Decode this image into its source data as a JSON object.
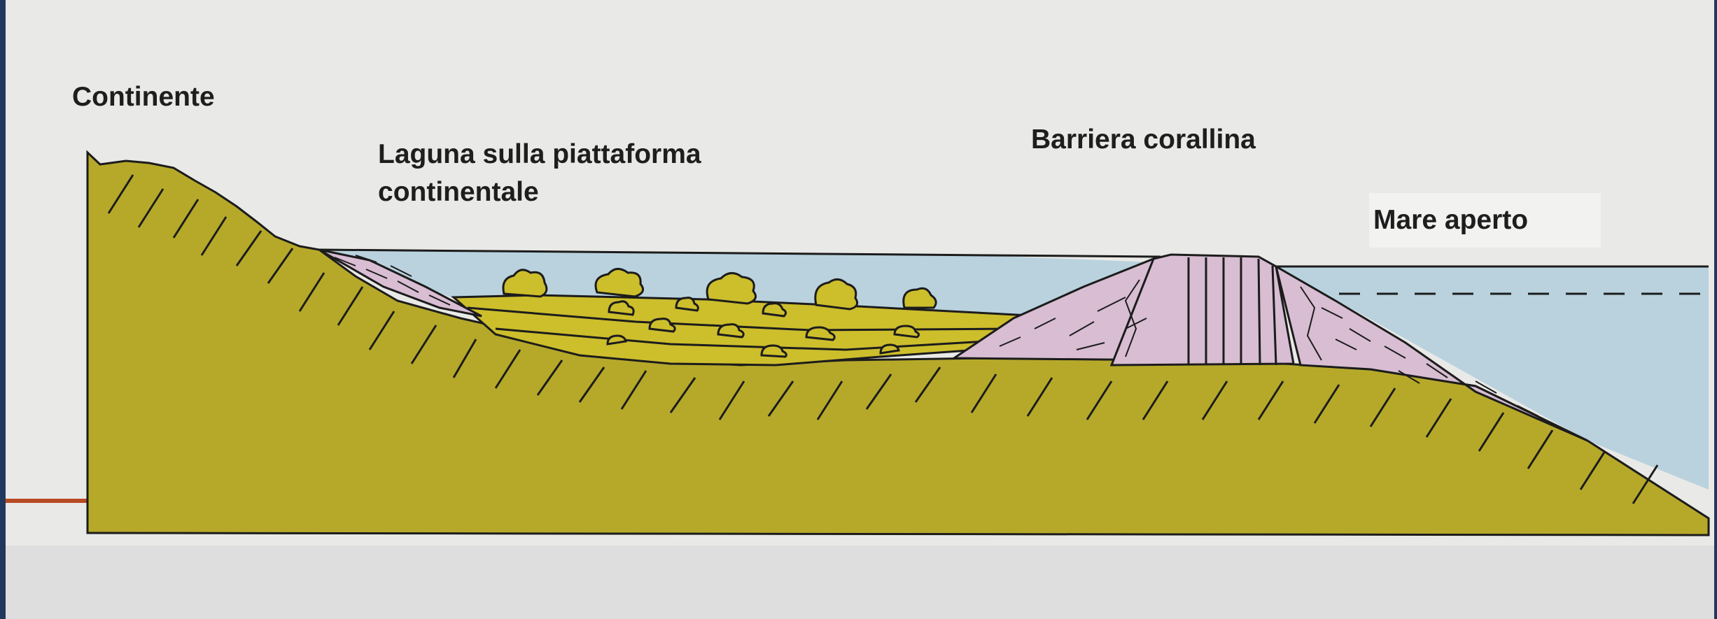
{
  "labels": {
    "continente": "Continente",
    "laguna_line1": "Laguna sulla piattaforma",
    "laguna_line2": "continentale",
    "barriera": "Barriera corallina",
    "mare": "Mare aperto"
  },
  "colors": {
    "background_frame": "#22375e",
    "paper": "#e9e9e7",
    "land": "#b6a92a",
    "lagoon_sediment": "#cdbe2c",
    "reef": "#d8bdd3",
    "water": "#b9d2de",
    "line": "#1c1c1c",
    "red_rule": "#b84a22"
  }
}
